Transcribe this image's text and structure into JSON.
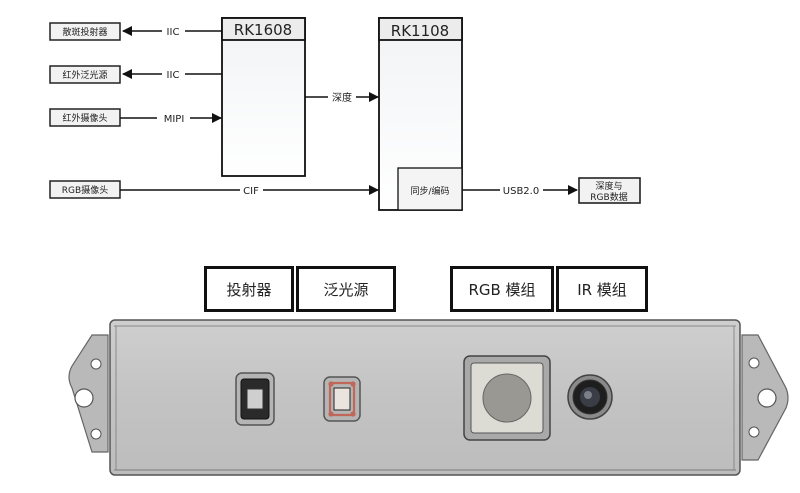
{
  "block_diagram": {
    "inputs": [
      {
        "label": "散斑投射器",
        "wire": "IIC",
        "direction": "out"
      },
      {
        "label": "红外泛光源",
        "wire": "IIC",
        "direction": "out"
      },
      {
        "label": "红外摄像头",
        "wire": "MIPI",
        "direction": "in"
      },
      {
        "label": "RGB摄像头",
        "wire": "CIF",
        "direction": "in"
      }
    ],
    "chips": [
      {
        "name": "RK1608"
      },
      {
        "name": "RK1108"
      }
    ],
    "depth_link": "深度",
    "sub_block": "同步/编码",
    "output_link": "USB2.0",
    "output": {
      "line1": "深度与",
      "line2": "RGB数据"
    }
  },
  "hardware": {
    "callouts": [
      {
        "label": "投射器"
      },
      {
        "label": "泛光源"
      },
      {
        "label": "RGB 模组"
      },
      {
        "label": "IR 模组"
      }
    ],
    "colors": {
      "housing": "#c4c4c4",
      "housing_edge": "#6a6a6a",
      "bracket": "#b8b8b8",
      "projector_accent": "#c0675a"
    }
  }
}
